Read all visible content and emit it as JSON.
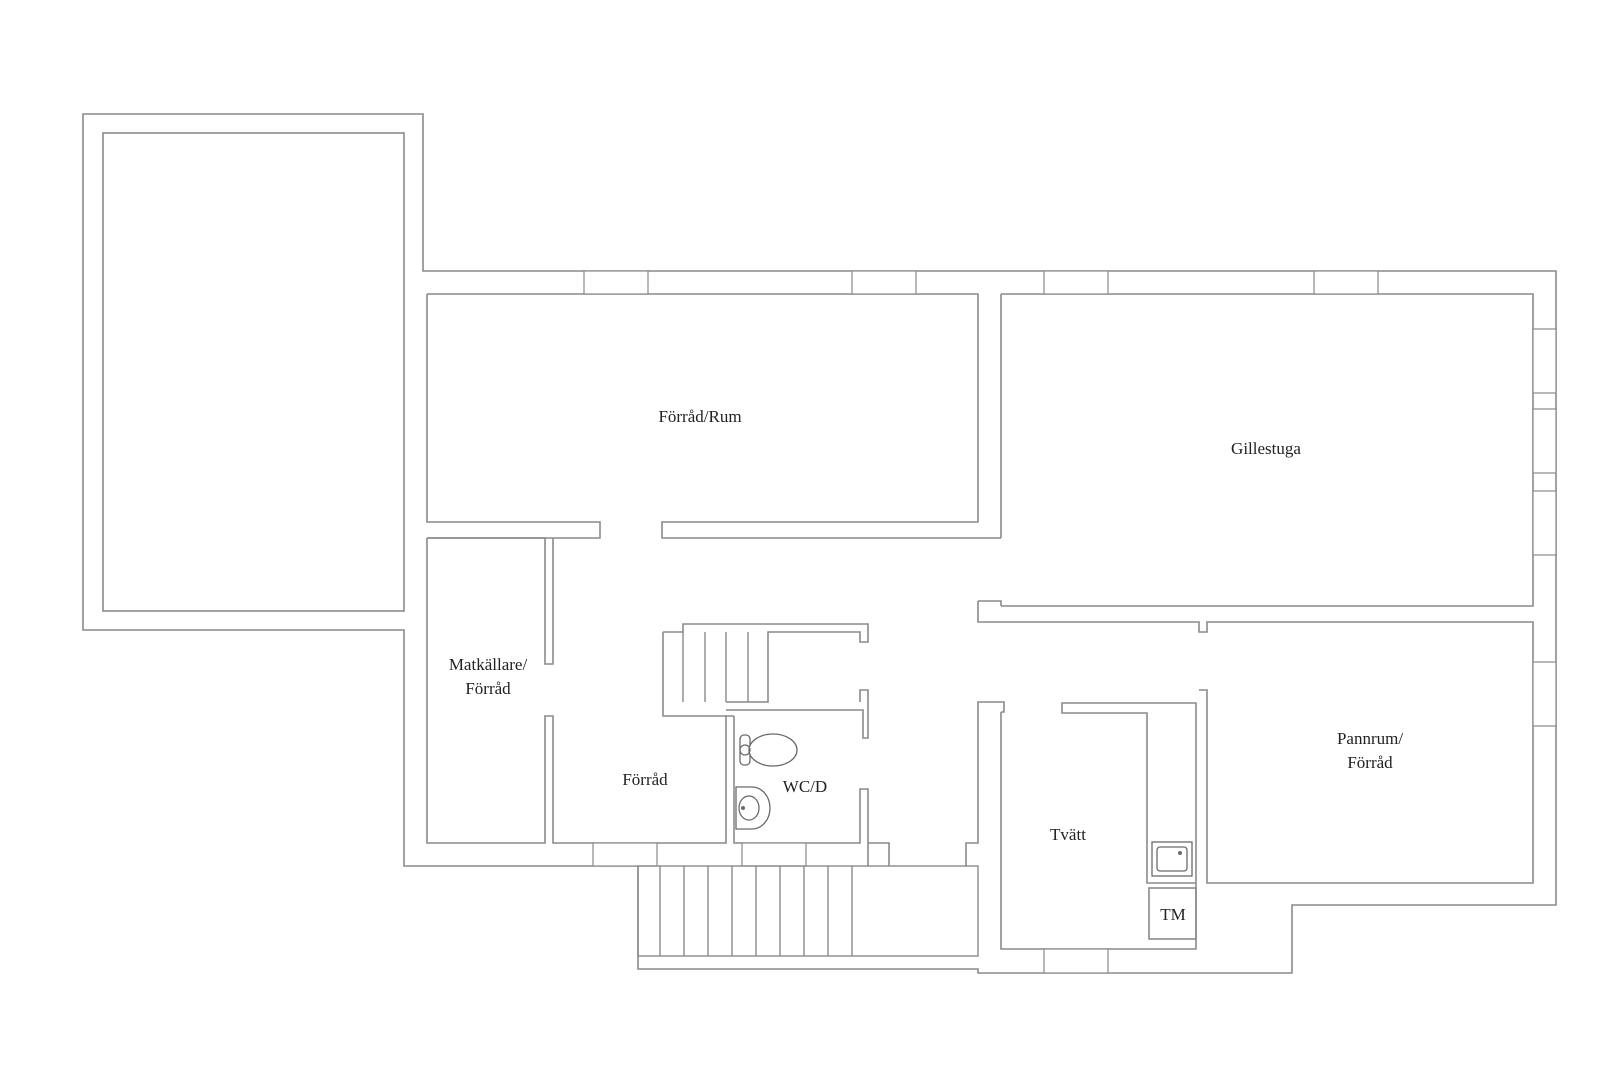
{
  "floor_plan": {
    "rooms": {
      "storage_room": {
        "label": "Förråd/Rum"
      },
      "recreation_room": {
        "label": "Gillestuga"
      },
      "food_cellar": {
        "line1": "Matkällare/",
        "line2": "Förråd"
      },
      "storage": {
        "label": "Förråd"
      },
      "wc_shower": {
        "label": "WC/D"
      },
      "laundry": {
        "label": "Tvätt"
      },
      "boiler_room": {
        "line1": "Pannrum/",
        "line2": "Förråd"
      },
      "washer": {
        "label": "TM"
      }
    },
    "colors": {
      "wall": "#8a8a8a",
      "text": "#222222",
      "background": "#ffffff"
    }
  }
}
